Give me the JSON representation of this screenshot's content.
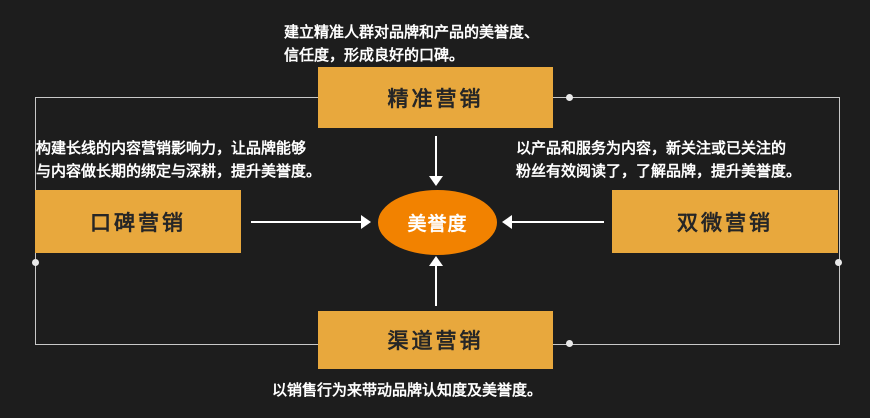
{
  "diagram": {
    "background_color": "#1d1d1d",
    "box_color": "#e8a83d",
    "ellipse_color": "#f28200",
    "box_text_color": "#262626",
    "note_text_color": "#ffffff",
    "connector_color": "#c8c8c8",
    "center": {
      "label": "美誉度"
    },
    "top": {
      "label": "精准营销",
      "note_line1": "建立精准人群对品牌和产品的美誉度、",
      "note_line2": "信任度，形成良好的口碑。"
    },
    "left": {
      "label": "口碑营销",
      "note_line1": "构建长线的内容营销影响力，让品牌能够",
      "note_line2": "与内容做长期的绑定与深耕，提升美誉度。"
    },
    "right": {
      "label": "双微营销",
      "note_line1": "以产品和服务为内容，新关注或已关注的",
      "note_line2": "粉丝有效阅读了，了解品牌，提升美誉度。"
    },
    "bottom": {
      "label": "渠道营销",
      "note": "以销售行为来带动品牌认知度及美誉度。"
    }
  }
}
